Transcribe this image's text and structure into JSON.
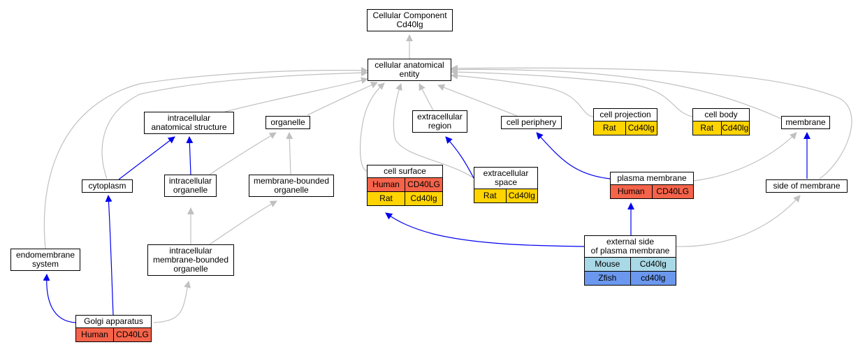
{
  "colors": {
    "Human": "#f4634a",
    "Rat": "#ffd400",
    "Mouse": "#a9d9e6",
    "Zfish": "#6b98ee",
    "is_a_edge": "#c0c0c0",
    "part_of_edge": "#0000ee"
  },
  "nodes": [
    {
      "id": "cc",
      "lines": [
        "Cellular Component",
        "Cd40lg"
      ],
      "rows": []
    },
    {
      "id": "cae",
      "lines": [
        "cellular anatomical",
        "entity"
      ],
      "rows": []
    },
    {
      "id": "ias",
      "lines": [
        "intracellular",
        "anatomical structure"
      ],
      "rows": []
    },
    {
      "id": "organelle",
      "lines": [
        "organelle"
      ],
      "rows": []
    },
    {
      "id": "ecr",
      "lines": [
        "extracellular",
        "region"
      ],
      "rows": []
    },
    {
      "id": "cp",
      "lines": [
        "cell periphery"
      ],
      "rows": []
    },
    {
      "id": "cproj",
      "lines": [
        "cell projection"
      ],
      "rows": [
        {
          "species": "Rat",
          "gene": "Cd40lg"
        }
      ]
    },
    {
      "id": "cbody",
      "lines": [
        "cell body"
      ],
      "rows": [
        {
          "species": "Rat",
          "gene": "Cd40lg"
        }
      ]
    },
    {
      "id": "membrane",
      "lines": [
        "membrane"
      ],
      "rows": []
    },
    {
      "id": "cytoplasm",
      "lines": [
        "cytoplasm"
      ],
      "rows": []
    },
    {
      "id": "io",
      "lines": [
        "intracellular",
        "organelle"
      ],
      "rows": []
    },
    {
      "id": "mbo",
      "lines": [
        "membrane-bounded",
        "organelle"
      ],
      "rows": []
    },
    {
      "id": "csurf",
      "lines": [
        "cell surface"
      ],
      "rows": [
        {
          "species": "Human",
          "gene": "CD40LG"
        },
        {
          "species": "Rat",
          "gene": "Cd40lg"
        }
      ]
    },
    {
      "id": "ecs",
      "lines": [
        "extracellular",
        "space"
      ],
      "rows": [
        {
          "species": "Rat",
          "gene": "Cd40lg"
        }
      ]
    },
    {
      "id": "pm",
      "lines": [
        "plasma membrane"
      ],
      "rows": [
        {
          "species": "Human",
          "gene": "CD40LG"
        }
      ]
    },
    {
      "id": "som",
      "lines": [
        "side of membrane"
      ],
      "rows": []
    },
    {
      "id": "ems",
      "lines": [
        "endomembrane",
        "system"
      ],
      "rows": []
    },
    {
      "id": "imbo",
      "lines": [
        "intracellular",
        "membrane-bounded",
        "organelle"
      ],
      "rows": []
    },
    {
      "id": "espm",
      "lines": [
        "external side",
        "of plasma membrane"
      ],
      "rows": [
        {
          "species": "Mouse",
          "gene": "Cd40lg"
        },
        {
          "species": "Zfish",
          "gene": "cd40lg"
        }
      ]
    },
    {
      "id": "golgi",
      "lines": [
        "Golgi apparatus"
      ],
      "rows": [
        {
          "species": "Human",
          "gene": "CD40LG"
        }
      ]
    }
  ]
}
